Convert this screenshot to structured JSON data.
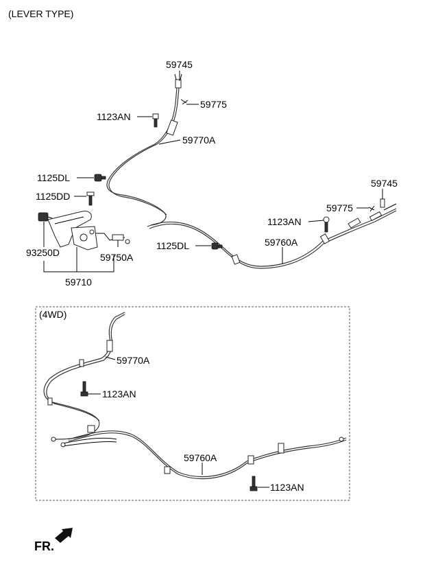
{
  "header": {
    "title": "(LEVER TYPE)"
  },
  "labels": {
    "p59745_top": "59745",
    "p59775_top": "59775",
    "p1123AN_top": "1123AN",
    "p59770A_top": "59770A",
    "p1125DL_left": "1125DL",
    "p1125DD": "1125DD",
    "p93250D": "93250D",
    "p59750A": "59750A",
    "p59710": "59710",
    "p59745_right": "59745",
    "p59775_right": "59775",
    "p1123AN_right": "1123AN",
    "p1125DL_mid": "1125DL",
    "p59760A_top": "59760A"
  },
  "inset": {
    "title": "(4WD)",
    "labels": {
      "p59770A": "59770A",
      "p1123AN_upper": "1123AN",
      "p59760A": "59760A",
      "p1123AN_lower": "1123AN"
    }
  },
  "footer": {
    "direction": "FR."
  }
}
